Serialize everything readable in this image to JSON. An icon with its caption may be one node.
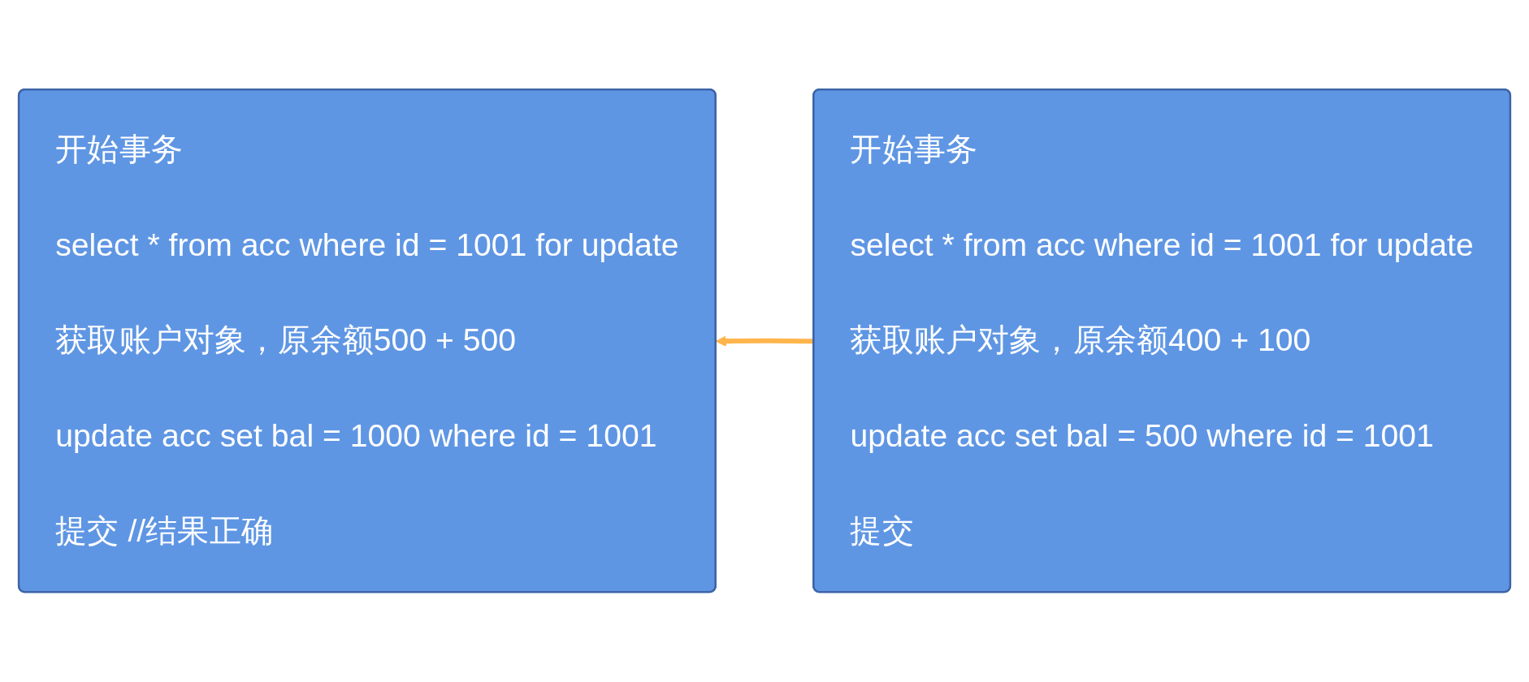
{
  "diagram": {
    "nodes": [
      {
        "text": [
          "开始事务",
          "select * from acc where id = 1001 for update",
          "获取账户对象，原余额400 + 100",
          "update acc set bal = 500 where id = 1001",
          "提交"
        ]
      },
      {
        "text": [
          "开始事务",
          "select * from acc where id = 1001 for update",
          "获取账户对象，原余额500 + 500",
          "update acc set bal = 1000 where id = 1001",
          "提交 //结果正确"
        ]
      }
    ],
    "edges": [
      {
        "from": 0,
        "to": 1,
        "arrow": "to",
        "color": "#ffb54c"
      }
    ]
  }
}
